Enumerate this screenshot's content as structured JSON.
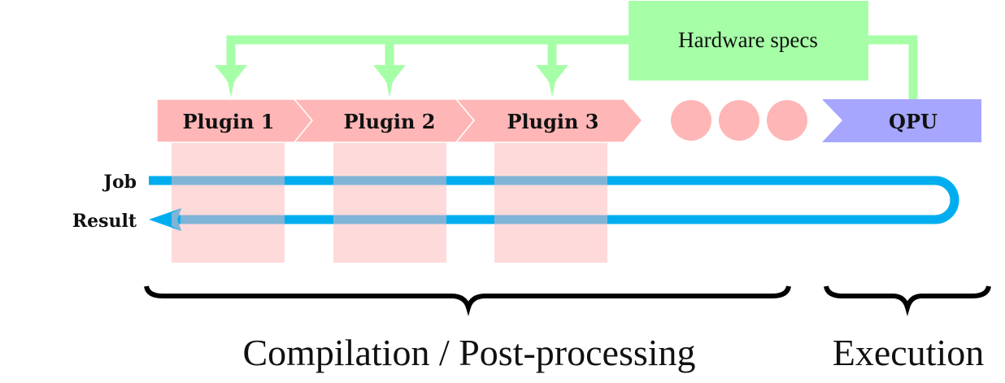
{
  "colors": {
    "plugin_fill": "#ffb6b6",
    "plugin_shade": "#ffdada",
    "hardware_fill": "#a6ffa6",
    "qpu_fill": "#a6a6ff",
    "flow_line": "#00aeef",
    "flow_overlay": "#80b4d6",
    "brace": "#000000"
  },
  "hardware": {
    "label": "Hardware specs"
  },
  "plugins": [
    {
      "label": "Plugin 1"
    },
    {
      "label": "Plugin 2"
    },
    {
      "label": "Plugin 3"
    }
  ],
  "ellipsis_dots": 3,
  "qpu": {
    "label": "QPU"
  },
  "flow": {
    "job_label": "Job",
    "result_label": "Result"
  },
  "braces": {
    "compilation_label": "Compilation / Post-processing",
    "execution_label": "Execution"
  }
}
